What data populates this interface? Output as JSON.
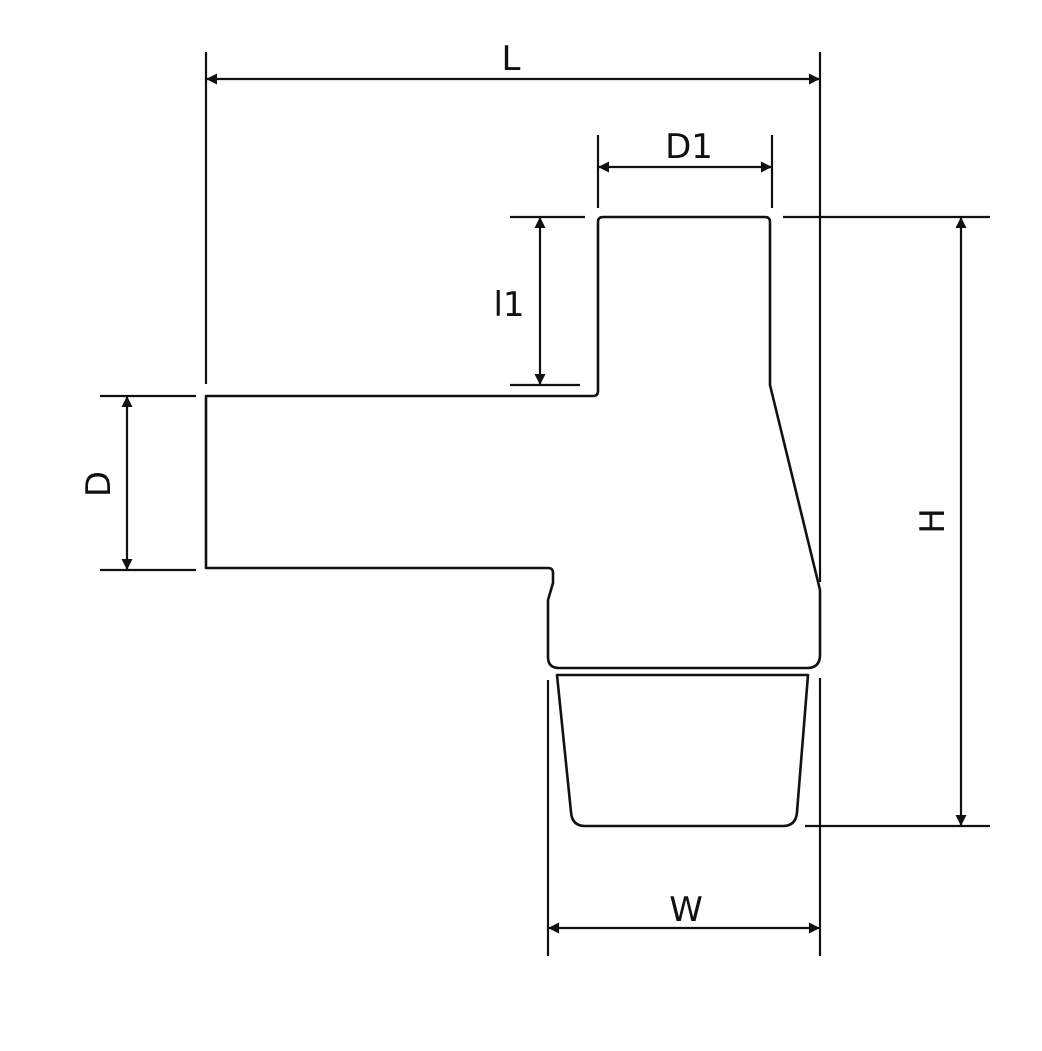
{
  "labels": {
    "L": "L",
    "D1": "D1",
    "l1": "l1",
    "D": "D",
    "H": "H",
    "W": "W"
  },
  "colors": {
    "line": "#111111",
    "background": "#ffffff"
  }
}
